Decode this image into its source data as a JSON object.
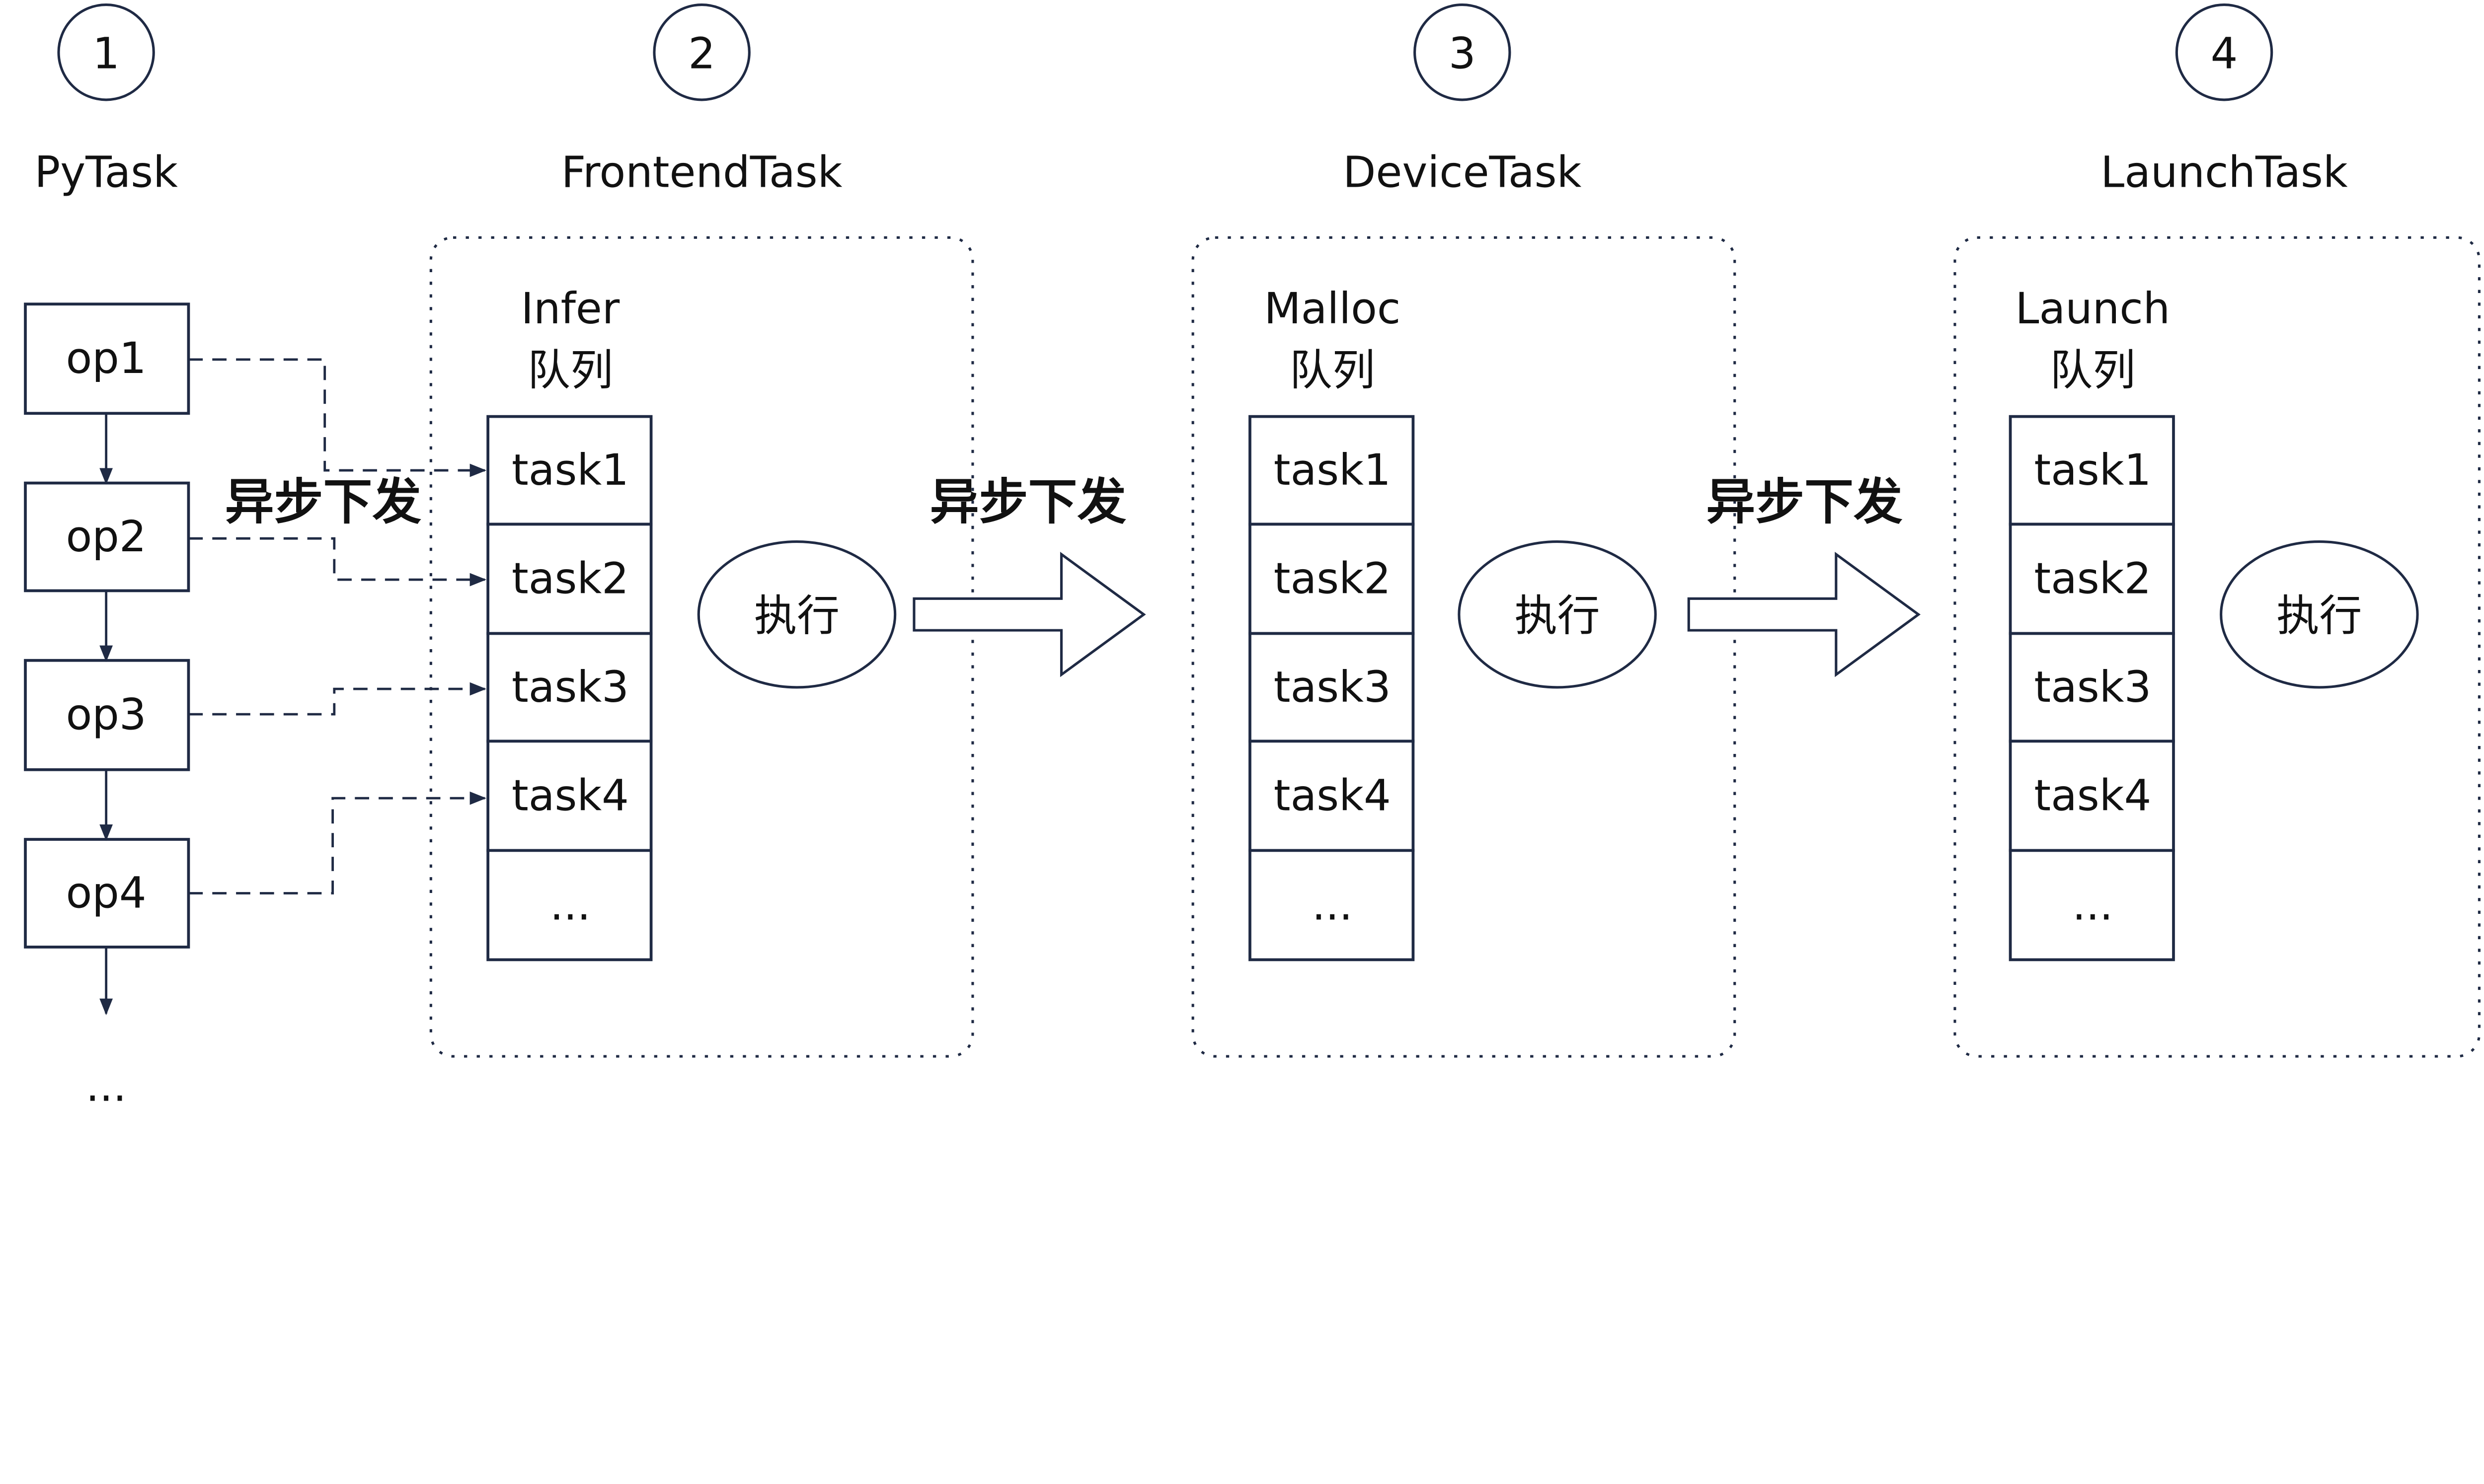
{
  "colors": {
    "stroke": "#1f2a44",
    "text": "#111111",
    "background": "#ffffff"
  },
  "stages": [
    {
      "number": "1",
      "title": "PyTask"
    },
    {
      "number": "2",
      "title": "FrontendTask",
      "queue_name": "Infer",
      "queue_suffix": "队列",
      "tasks": [
        "task1",
        "task2",
        "task3",
        "task4",
        "..."
      ],
      "exec_label": "执行"
    },
    {
      "number": "3",
      "title": "DeviceTask",
      "queue_name": "Malloc",
      "queue_suffix": "队列",
      "tasks": [
        "task1",
        "task2",
        "task3",
        "task4",
        "..."
      ],
      "exec_label": "执行"
    },
    {
      "number": "4",
      "title": "LaunchTask",
      "queue_name": "Launch",
      "queue_suffix": "队列",
      "tasks": [
        "task1",
        "task2",
        "task3",
        "task4",
        "..."
      ],
      "exec_label": "执行"
    }
  ],
  "ops": [
    "op1",
    "op2",
    "op3",
    "op4"
  ],
  "ops_more": "...",
  "async_labels": [
    "异步下发",
    "异步下发",
    "异步下发"
  ]
}
